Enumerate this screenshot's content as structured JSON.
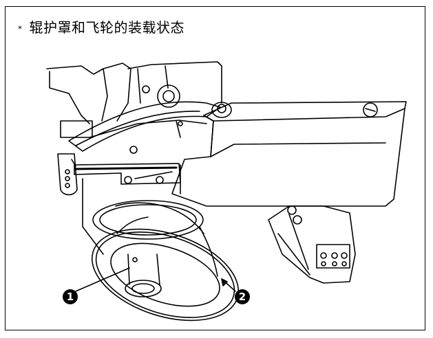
{
  "caption": {
    "bullet": "*",
    "text": "辊护罩和飞轮的装载状态"
  },
  "callouts": [
    {
      "label": "1"
    },
    {
      "label": "2"
    }
  ],
  "colors": {
    "line": "#000000",
    "background": "#ffffff"
  }
}
